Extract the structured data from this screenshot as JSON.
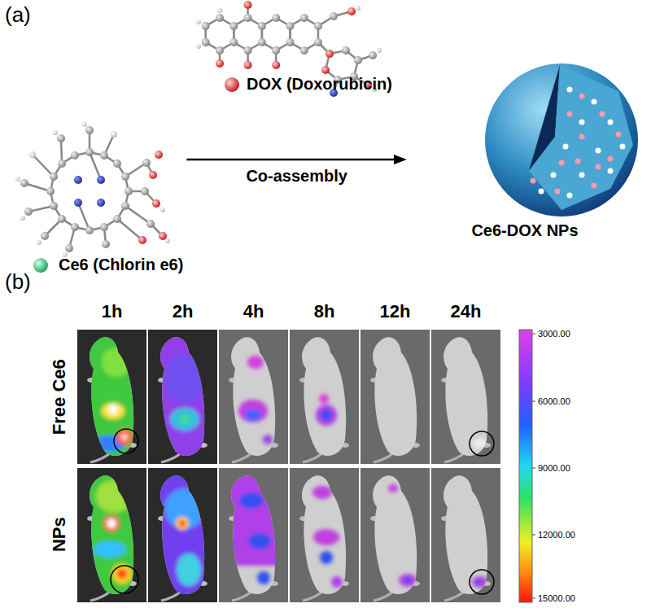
{
  "diagram": {
    "nodes": [
      {
        "text": [
          "Ce6 (Chlorin e6)"
        ]
      },
      {
        "text": [
          "DOX (Doxorubicin)"
        ]
      },
      {
        "text": [
          "Ce6-DOX NPs"
        ]
      }
    ],
    "edges": [
      {
        "from": 0,
        "to": 2,
        "arrow": "to",
        "label": "Co-assembly"
      }
    ],
    "labels": [
      "(a)",
      "(b)",
      "1h",
      "2h",
      "4h",
      "8h",
      "12h",
      "24h",
      "Free Ce6",
      "NPs",
      "3000.00",
      "6000.00",
      "9000.00",
      "12000.00",
      "15000.00"
    ]
  }
}
